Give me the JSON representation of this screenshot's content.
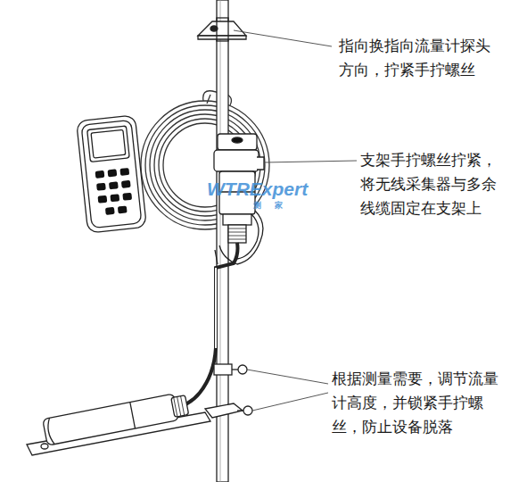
{
  "diagram": {
    "labels": [
      "指向换指向流量计探头 方向，拧紧手拧螺丝",
      "支架手拧螺丝拧紧， 将无线采集器与多余 线缆固定在支架上",
      "根据测量需要，调节流量 计高度，并锁紧手拧螺 丝，防止设备脱落",
      "WTRExpert",
      "测 家"
    ]
  }
}
